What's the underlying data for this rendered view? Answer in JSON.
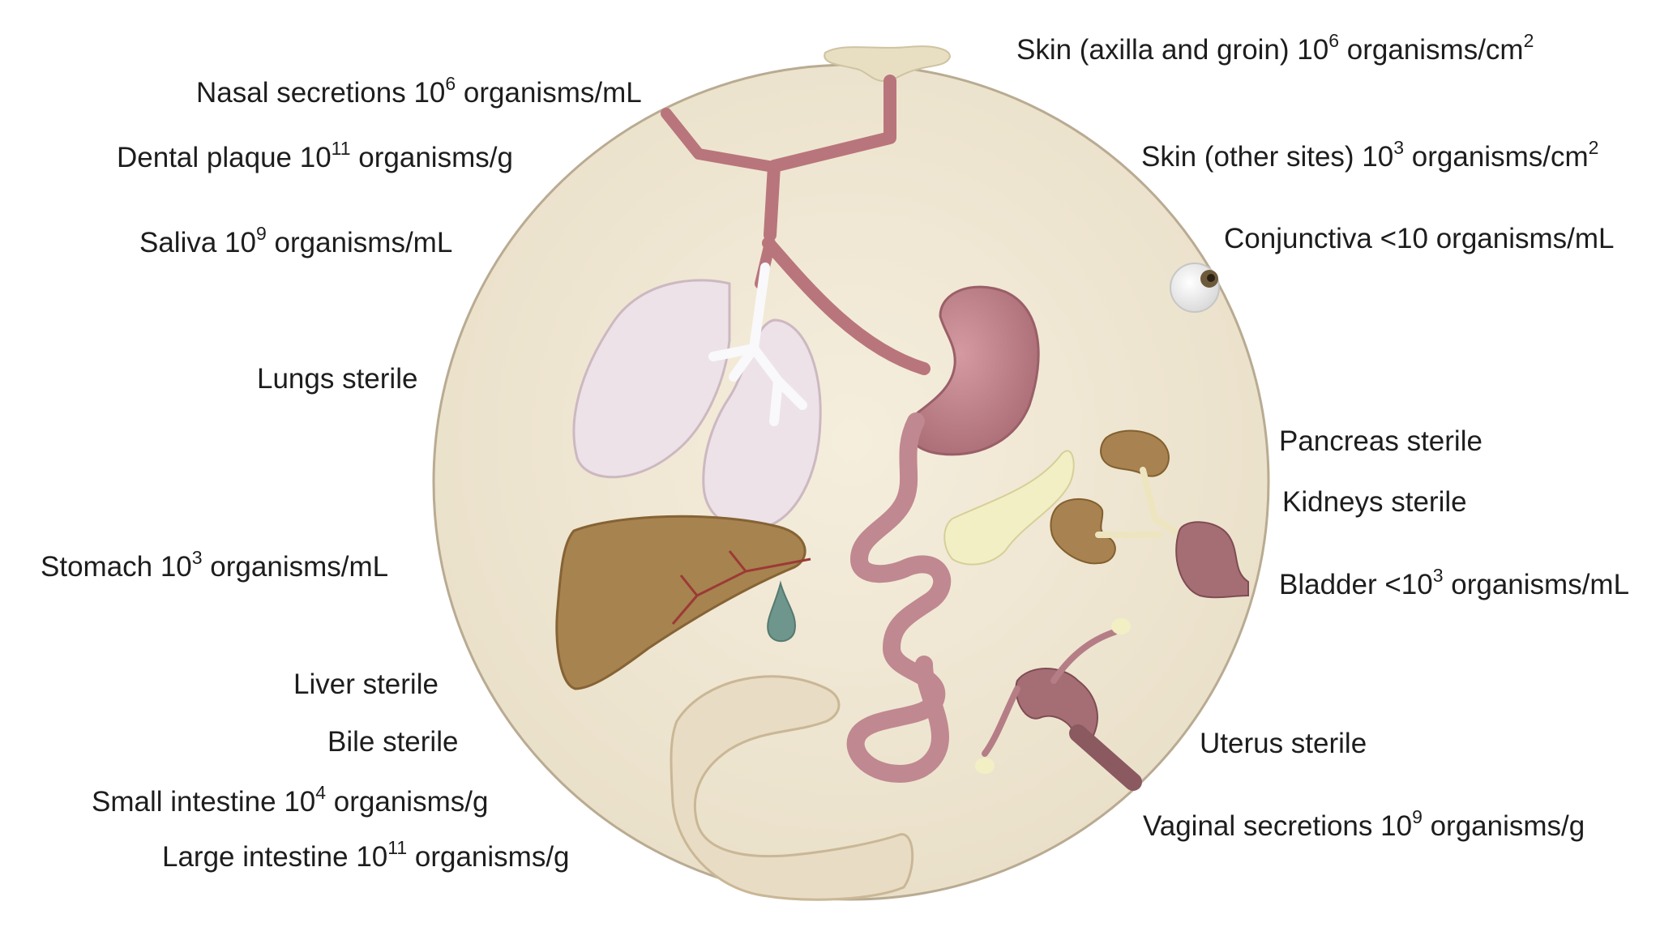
{
  "labels": {
    "nasal": {
      "pre": "Nasal secretions 10",
      "sup": "6",
      "post": " organisms/mL"
    },
    "dental": {
      "pre": "Dental plaque 10",
      "sup": "11",
      "post": " organisms/g"
    },
    "saliva": {
      "pre": "Saliva 10",
      "sup": "9",
      "post": " organisms/mL"
    },
    "lungs": {
      "pre": "Lungs sterile"
    },
    "stomach": {
      "pre": "Stomach 10",
      "sup": "3",
      "post": " organisms/mL"
    },
    "liver": {
      "pre": "Liver sterile"
    },
    "bile": {
      "pre": "Bile sterile"
    },
    "small": {
      "pre": "Small intestine 10",
      "sup": "4",
      "post": " organisms/g"
    },
    "large": {
      "pre": "Large intestine 10",
      "sup": "11",
      "post": " organisms/g"
    },
    "skin_ag": {
      "pre": "Skin (axilla and groin) 10",
      "sup": "6",
      "post": " organisms/cm",
      "sup2": "2"
    },
    "skin_other": {
      "pre": "Skin (other sites) 10",
      "sup": "3",
      "post": " organisms/cm",
      "sup2": "2"
    },
    "conj": {
      "pre": "Conjunctiva <10 organisms/mL"
    },
    "pancreas": {
      "pre": "Pancreas sterile"
    },
    "kidneys": {
      "pre": "Kidneys sterile"
    },
    "bladder": {
      "pre": "Bladder <10",
      "sup": "3",
      "post": " organisms/mL"
    },
    "uterus": {
      "pre": "Uterus sterile"
    },
    "vaginal": {
      "pre": "Vaginal secretions 10",
      "sup": "9",
      "post": " organisms/g"
    }
  },
  "colors": {
    "circle_fill": "#efe7d4",
    "circle_stroke": "#b9ab92",
    "airway": "#b9757c",
    "lung": "#ece2e7",
    "bronchi": "#f7f7f9",
    "liver": "#a7834f",
    "gallbladder": "#6f968c",
    "pancreas": "#f3efc5",
    "kidney": "#a88251",
    "bladder": "#a56e75",
    "colon": "#e9dcc4",
    "skin": "#e8dfc3"
  }
}
